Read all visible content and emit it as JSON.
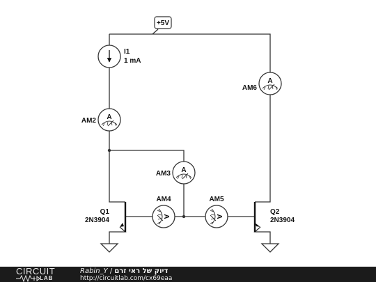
{
  "supply": {
    "label": "+5V"
  },
  "current_source": {
    "name": "I1",
    "value": "1 mA"
  },
  "ammeters": [
    {
      "name": "AM2",
      "symbol": "A"
    },
    {
      "name": "AM3",
      "symbol": "A"
    },
    {
      "name": "AM4",
      "symbol": "A"
    },
    {
      "name": "AM5",
      "symbol": "A"
    },
    {
      "name": "AM6",
      "symbol": "A"
    }
  ],
  "transistors": [
    {
      "name": "Q1",
      "model": "2N3904"
    },
    {
      "name": "Q2",
      "model": "2N3904"
    }
  ],
  "footer": {
    "logo_top": "CIRCUIT",
    "logo_bottom": "LAB",
    "author": "Rabin_Y",
    "separator": " / ",
    "title": "דיוק של ראי זרם",
    "url": "http://circuitlab.com/cx69eaa"
  }
}
